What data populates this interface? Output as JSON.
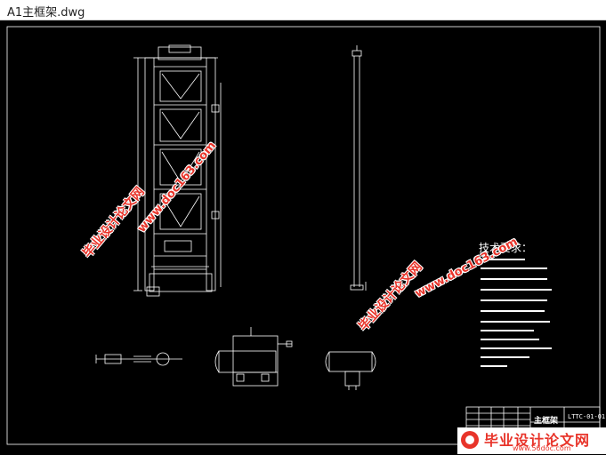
{
  "window": {
    "title": "A1主框架.dwg"
  },
  "drawing": {
    "tech_requirements_title": "技术要求：",
    "title_block_name": "主框架",
    "title_block_code": "LTTC-01-01"
  },
  "watermarks": [
    {
      "text": "毕业设计论文网"
    },
    {
      "text": "www.doc163.com"
    },
    {
      "text": "毕业设计论文网"
    },
    {
      "text": "www.doc163.com"
    }
  ],
  "brand": {
    "name": "毕业设计论文网",
    "url": "www.56doc.com"
  },
  "colors": {
    "cad_background": "#000000",
    "cad_lines": "#ffffff",
    "watermark": "#e8342a"
  }
}
